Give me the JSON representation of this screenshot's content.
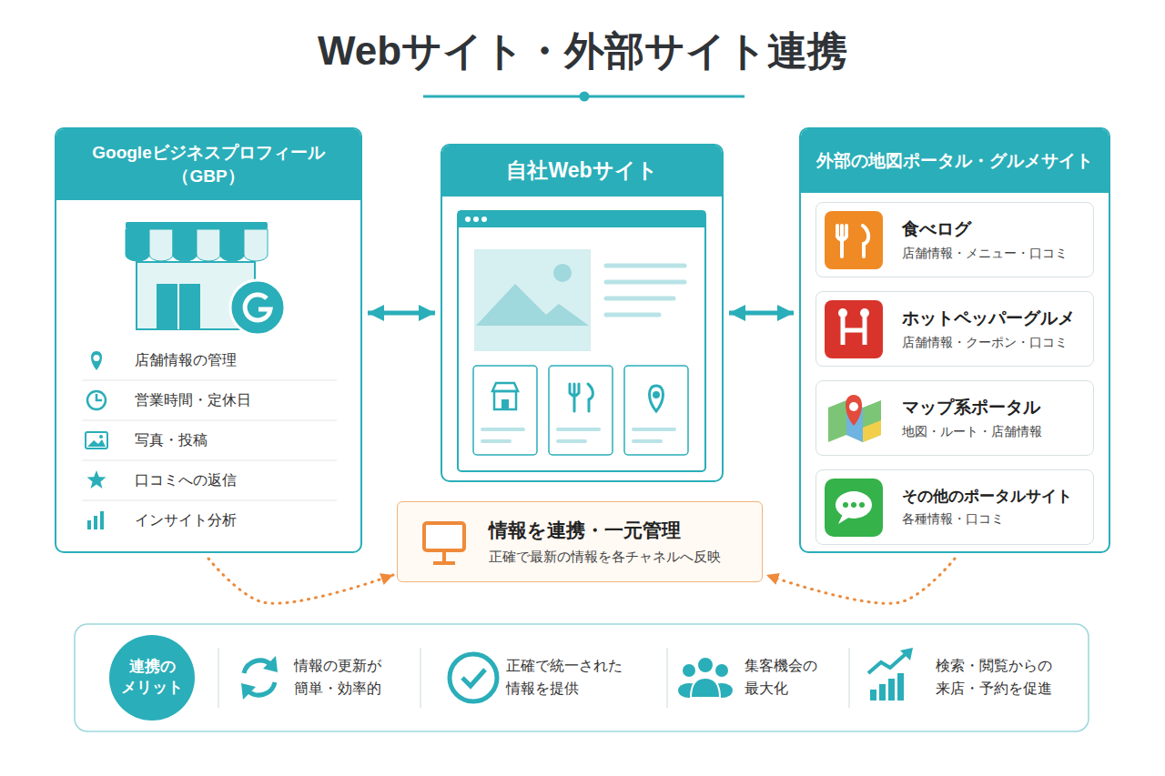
{
  "diagram": {
    "title": "Webサイト・外部サイト連携",
    "nodes": [
      {
        "text": [
          "Googleビジネスプロフィール （GBP）"
        ]
      },
      {
        "text": [
          "店舗情報の管理"
        ],
        "in": 0
      },
      {
        "text": [
          "営業時間・定休日"
        ],
        "in": 0
      },
      {
        "text": [
          "写真・投稿"
        ],
        "in": 0
      },
      {
        "text": [
          "口コミへの返信"
        ],
        "in": 0
      },
      {
        "text": [
          "インサイト分析"
        ],
        "in": 0
      },
      {
        "text": [
          "自社Webサイト"
        ]
      },
      {
        "text": [
          "外部の地図ポータル・グルメサイト"
        ]
      },
      {
        "text": [
          "食べログ",
          "店舗情報・メニュー・口コミ"
        ],
        "in": 7
      },
      {
        "text": [
          "ホットペッパーグルメ",
          "店舗情報・クーポン・口コミ"
        ],
        "in": 7
      },
      {
        "text": [
          "マップ系ポータル",
          "地図・ルート・店舗情報"
        ],
        "in": 7
      },
      {
        "text": [
          "その他のポータルサイト",
          "各種情報・口コミ"
        ],
        "in": 7
      },
      {
        "text": [
          "情報を連携・一元管理",
          "正確で最新の情報を各チャネルへ反映"
        ]
      },
      {
        "text": [
          "連携の メリット"
        ]
      }
    ],
    "edges": [
      {
        "from": 0,
        "to": 6,
        "arrow": "both"
      },
      {
        "from": 6,
        "to": 7,
        "arrow": "both"
      },
      {
        "from": 0,
        "to": 12,
        "arrow": "to"
      },
      {
        "from": 7,
        "to": 12,
        "arrow": "to"
      }
    ],
    "labels": [
      "情報の更新が 簡単・効率的",
      "正確で統一された 情報を提供",
      "集客機会の 最大化",
      "検索・閲覧からの 来店・予約を促進"
    ]
  }
}
